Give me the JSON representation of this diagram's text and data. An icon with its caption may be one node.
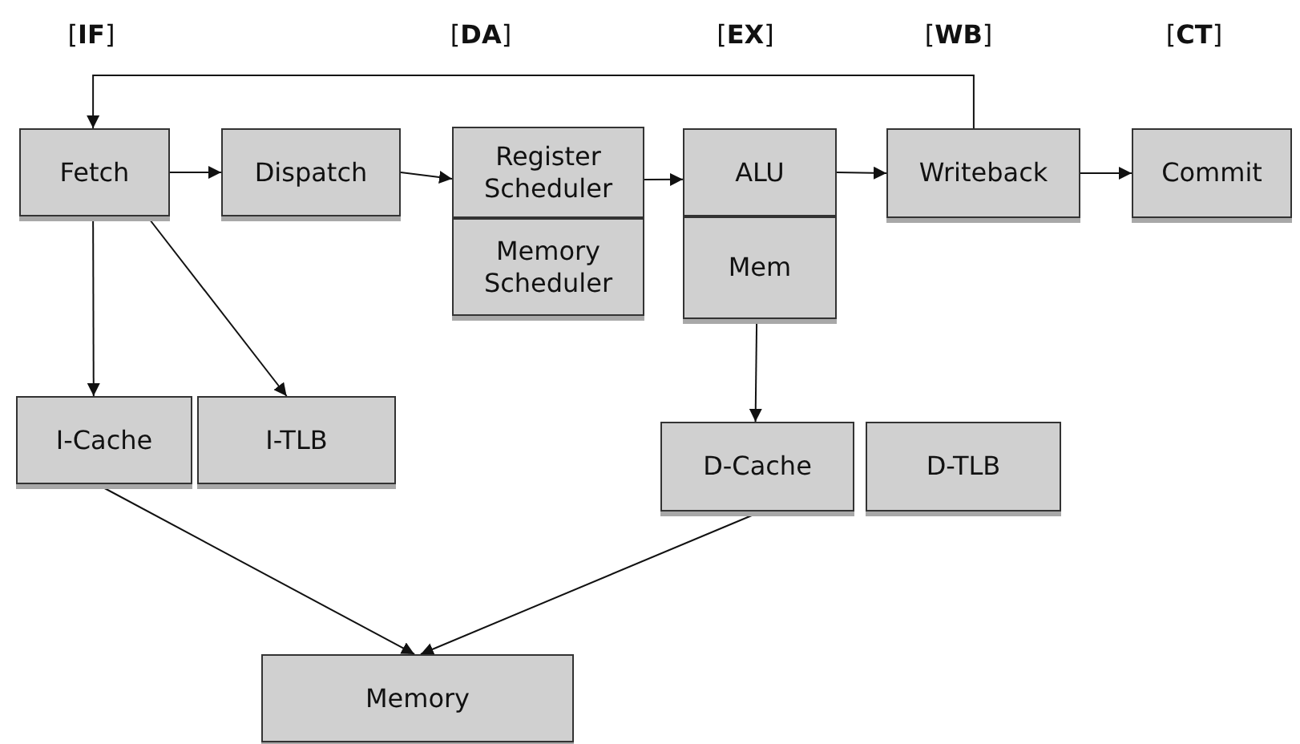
{
  "diagram": {
    "nodes": [
      {
        "text": [
          "Fetch"
        ]
      },
      {
        "text": [
          "Dispatch"
        ]
      },
      {
        "text": [
          "Register Scheduler"
        ]
      },
      {
        "text": [
          "Memory Scheduler"
        ]
      },
      {
        "text": [
          "ALU"
        ]
      },
      {
        "text": [
          "Mem"
        ]
      },
      {
        "text": [
          "Writeback"
        ]
      },
      {
        "text": [
          "Commit"
        ]
      },
      {
        "text": [
          "I-Cache"
        ]
      },
      {
        "text": [
          "I-TLB"
        ]
      },
      {
        "text": [
          "D-Cache"
        ]
      },
      {
        "text": [
          "D-TLB"
        ]
      },
      {
        "text": [
          "Memory"
        ]
      }
    ],
    "edges": [
      {
        "from": 0,
        "to": 1,
        "arrow": "to"
      },
      {
        "from": 1,
        "to": 2,
        "arrow": "to"
      },
      {
        "from": 2,
        "to": 4,
        "arrow": "to"
      },
      {
        "from": 4,
        "to": 6,
        "arrow": "to"
      },
      {
        "from": 6,
        "to": 7,
        "arrow": "to"
      },
      {
        "from": 6,
        "to": 0,
        "arrow": "to"
      },
      {
        "from": 0,
        "to": 8,
        "arrow": "to"
      },
      {
        "from": 0,
        "to": 9,
        "arrow": "to"
      },
      {
        "from": 5,
        "to": 10,
        "arrow": "to"
      },
      {
        "from": 8,
        "to": 12,
        "arrow": "to"
      },
      {
        "from": 10,
        "to": 12,
        "arrow": "to"
      }
    ],
    "labels": [
      "[**IF**]",
      "[**DA**]",
      "[**EX**]",
      "[**WB**]",
      "[**CT**]"
    ]
  }
}
